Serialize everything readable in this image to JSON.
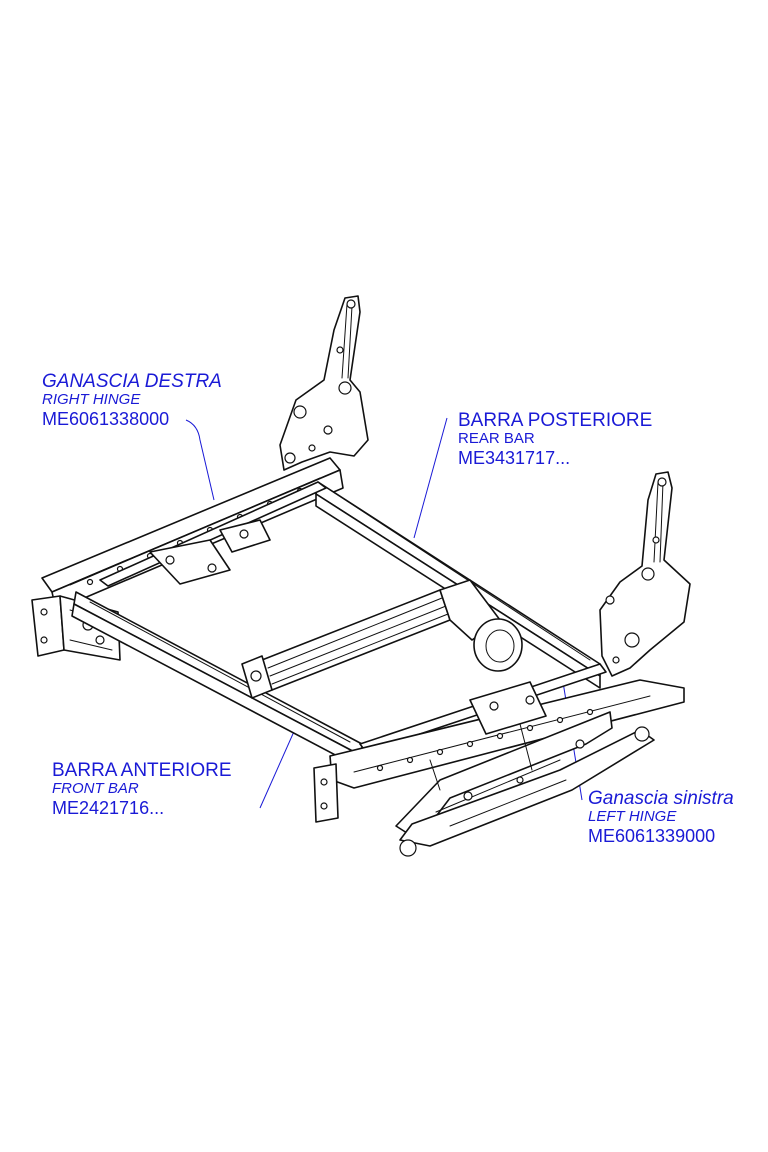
{
  "labels": {
    "right_hinge": {
      "line1": "GANASCIA DESTRA",
      "line2": "RIGHT HINGE",
      "line3": "ME6061338000"
    },
    "rear_bar": {
      "line1": "BARRA POSTERIORE",
      "line2": "REAR BAR",
      "line3": "ME3431717..."
    },
    "front_bar": {
      "line1": "BARRA ANTERIORE",
      "line2": "FRONT BAR",
      "line3": "ME2421716..."
    },
    "left_hinge": {
      "line1": "Ganascia sinistra",
      "line2": "LEFT HINGE",
      "line3": "ME6061339000"
    }
  },
  "colors": {
    "label_text": "#1a1ad6",
    "line_art": "#111111",
    "background": "#ffffff"
  }
}
